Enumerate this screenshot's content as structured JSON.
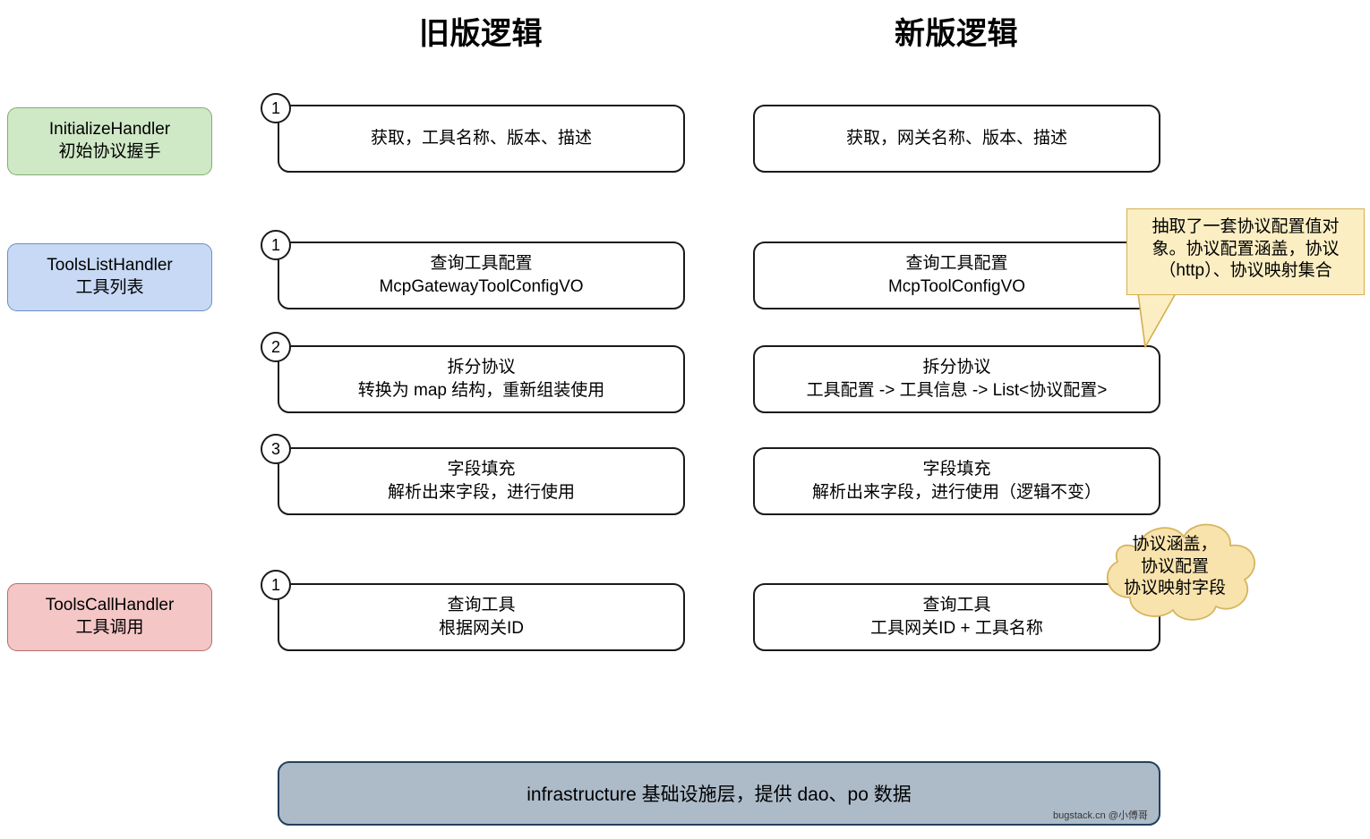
{
  "columns": {
    "old": {
      "title": "旧版逻辑"
    },
    "new": {
      "title": "新版逻辑"
    }
  },
  "handlers": [
    {
      "name": "InitializeHandler",
      "subtitle": "初始协议握手",
      "fill": "#cfe8c6",
      "stroke": "#7fae70"
    },
    {
      "name": "ToolsListHandler",
      "subtitle": "工具列表",
      "fill": "#c7d9f4",
      "stroke": "#6d8fc9"
    },
    {
      "name": "ToolsCallHandler",
      "subtitle": "工具调用",
      "fill": "#f4c6c6",
      "stroke": "#b56d6d"
    }
  ],
  "rows": [
    {
      "badge": "1",
      "old": {
        "line1": "获取，工具名称、版本、描述",
        "line2": ""
      },
      "new": {
        "line1": "获取，网关名称、版本、描述",
        "line2": ""
      }
    },
    {
      "badge": "1",
      "old": {
        "line1": "查询工具配置",
        "line2": "McpGatewayToolConfigVO"
      },
      "new": {
        "line1": "查询工具配置",
        "line2": "McpToolConfigVO"
      }
    },
    {
      "badge": "2",
      "old": {
        "line1": "拆分协议",
        "line2": "转换为 map 结构，重新组装使用"
      },
      "new": {
        "line1": "拆分协议",
        "line2": "工具配置 -> 工具信息 -> List<协议配置>"
      }
    },
    {
      "badge": "3",
      "old": {
        "line1": "字段填充",
        "line2": "解析出来字段，进行使用"
      },
      "new": {
        "line1": "字段填充",
        "line2": "解析出来字段，进行使用（逻辑不变）"
      }
    },
    {
      "badge": "1",
      "old": {
        "line1": "查询工具",
        "line2": "根据网关ID"
      },
      "new": {
        "line1": "查询工具",
        "line2": "工具网关ID + 工具名称"
      }
    }
  ],
  "callout": {
    "line1": "抽取了一套协议配置值对",
    "line2": "象。协议配置涵盖，协议",
    "line3": "（http）、协议映射集合",
    "fill": "#fbeec3",
    "stroke": "#d6ae4e"
  },
  "cloud": {
    "line1": "协议涵盖，",
    "line2": "协议配置",
    "line3": "协议映射字段",
    "fill": "#f8e3ad",
    "stroke": "#d6b55e"
  },
  "infrastructure": {
    "label": "infrastructure 基础设施层，提供 dao、po 数据",
    "fill": "#adbbc9",
    "stroke": "#23405c"
  },
  "watermark": {
    "text": "bugstack.cn @小傅哥"
  }
}
